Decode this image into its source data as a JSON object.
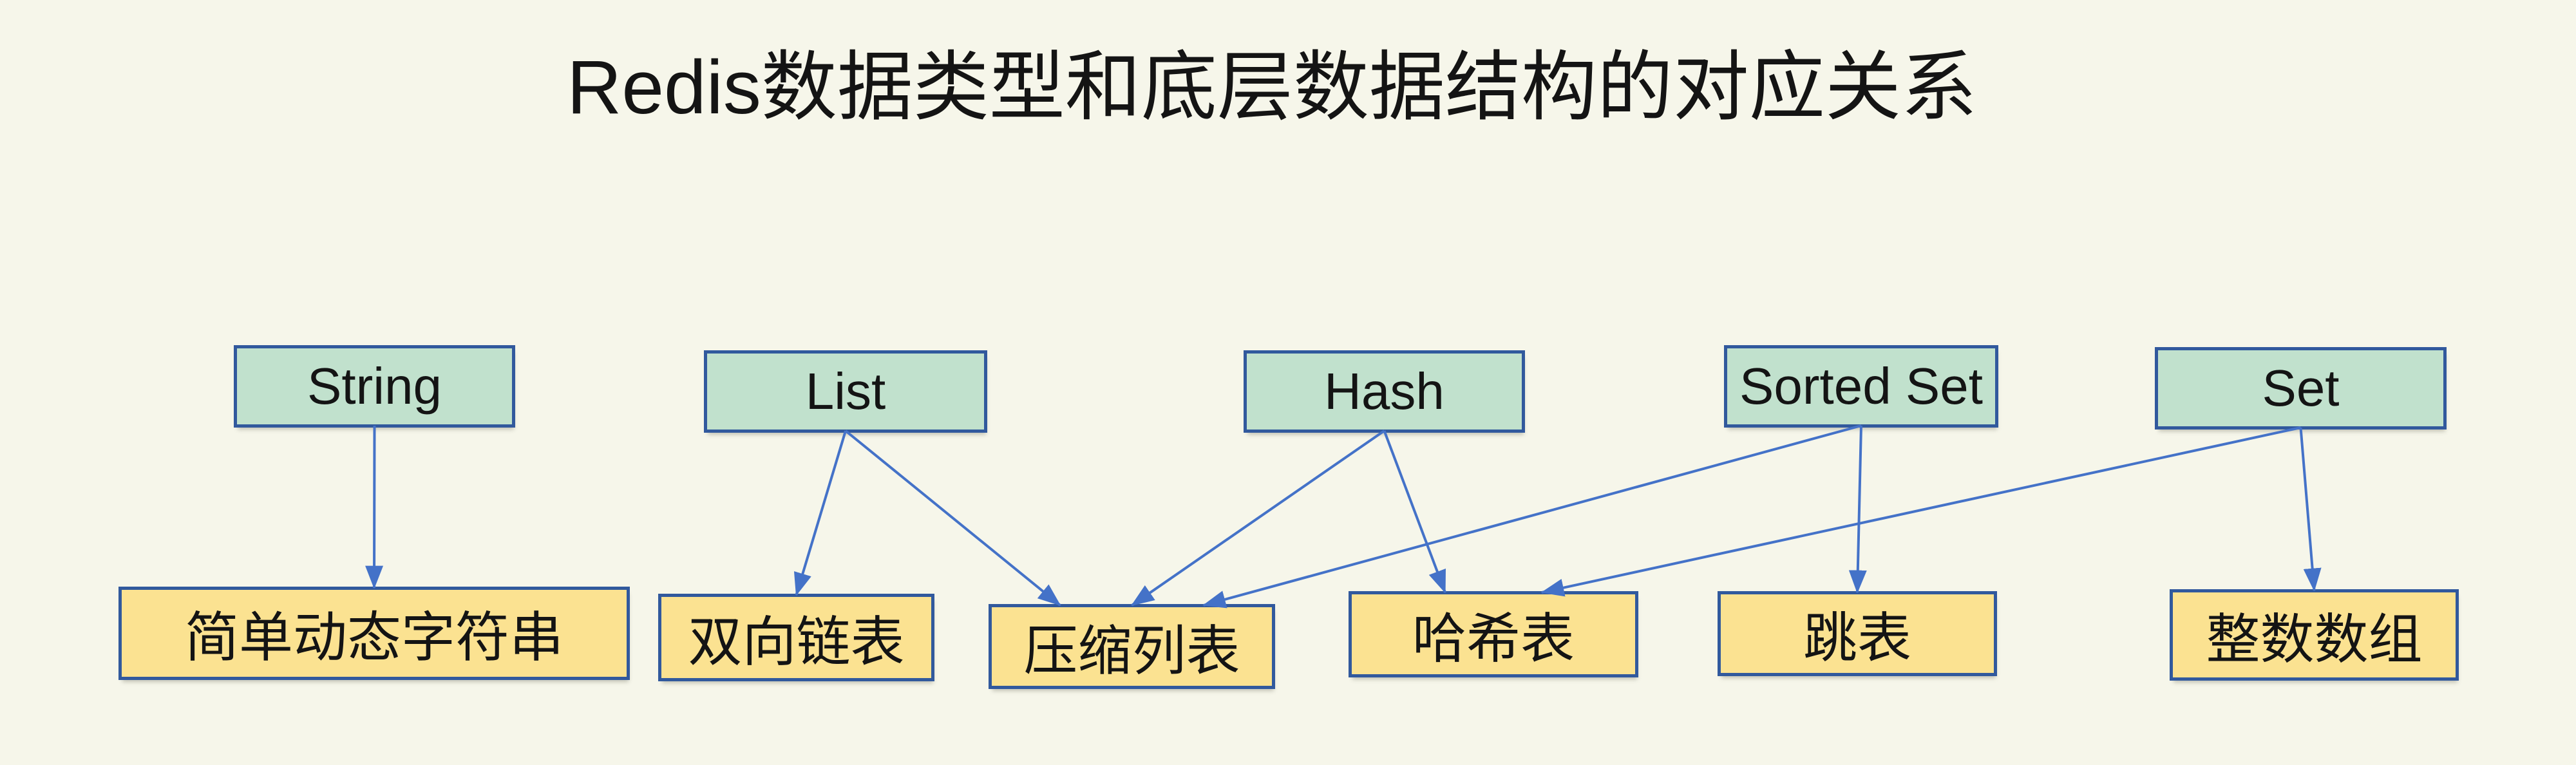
{
  "title": "Redis数据类型和底层数据结构的对应关系",
  "colors": {
    "background": "#f6f6ea",
    "type_box_fill": "#c1e1cd",
    "struct_box_fill": "#fbe291",
    "box_border": "#31599d",
    "arrow": "#4472c8",
    "text": "#141414"
  },
  "diagram": {
    "types": [
      {
        "id": "string",
        "label": "String"
      },
      {
        "id": "list",
        "label": "List"
      },
      {
        "id": "hash",
        "label": "Hash"
      },
      {
        "id": "sorted-set",
        "label": "Sorted Set"
      },
      {
        "id": "set",
        "label": "Set"
      }
    ],
    "structures": [
      {
        "id": "sds",
        "label": "简单动态字符串"
      },
      {
        "id": "linkedlist",
        "label": "双向链表"
      },
      {
        "id": "ziplist",
        "label": "压缩列表"
      },
      {
        "id": "hashtable",
        "label": "哈希表"
      },
      {
        "id": "skiplist",
        "label": "跳表"
      },
      {
        "id": "intset",
        "label": "整数数组"
      }
    ],
    "edges": [
      {
        "from": "string",
        "to": "sds"
      },
      {
        "from": "list",
        "to": "linkedlist"
      },
      {
        "from": "list",
        "to": "ziplist"
      },
      {
        "from": "hash",
        "to": "ziplist"
      },
      {
        "from": "hash",
        "to": "hashtable"
      },
      {
        "from": "sorted-set",
        "to": "ziplist"
      },
      {
        "from": "sorted-set",
        "to": "skiplist"
      },
      {
        "from": "set",
        "to": "hashtable"
      },
      {
        "from": "set",
        "to": "intset"
      }
    ]
  }
}
